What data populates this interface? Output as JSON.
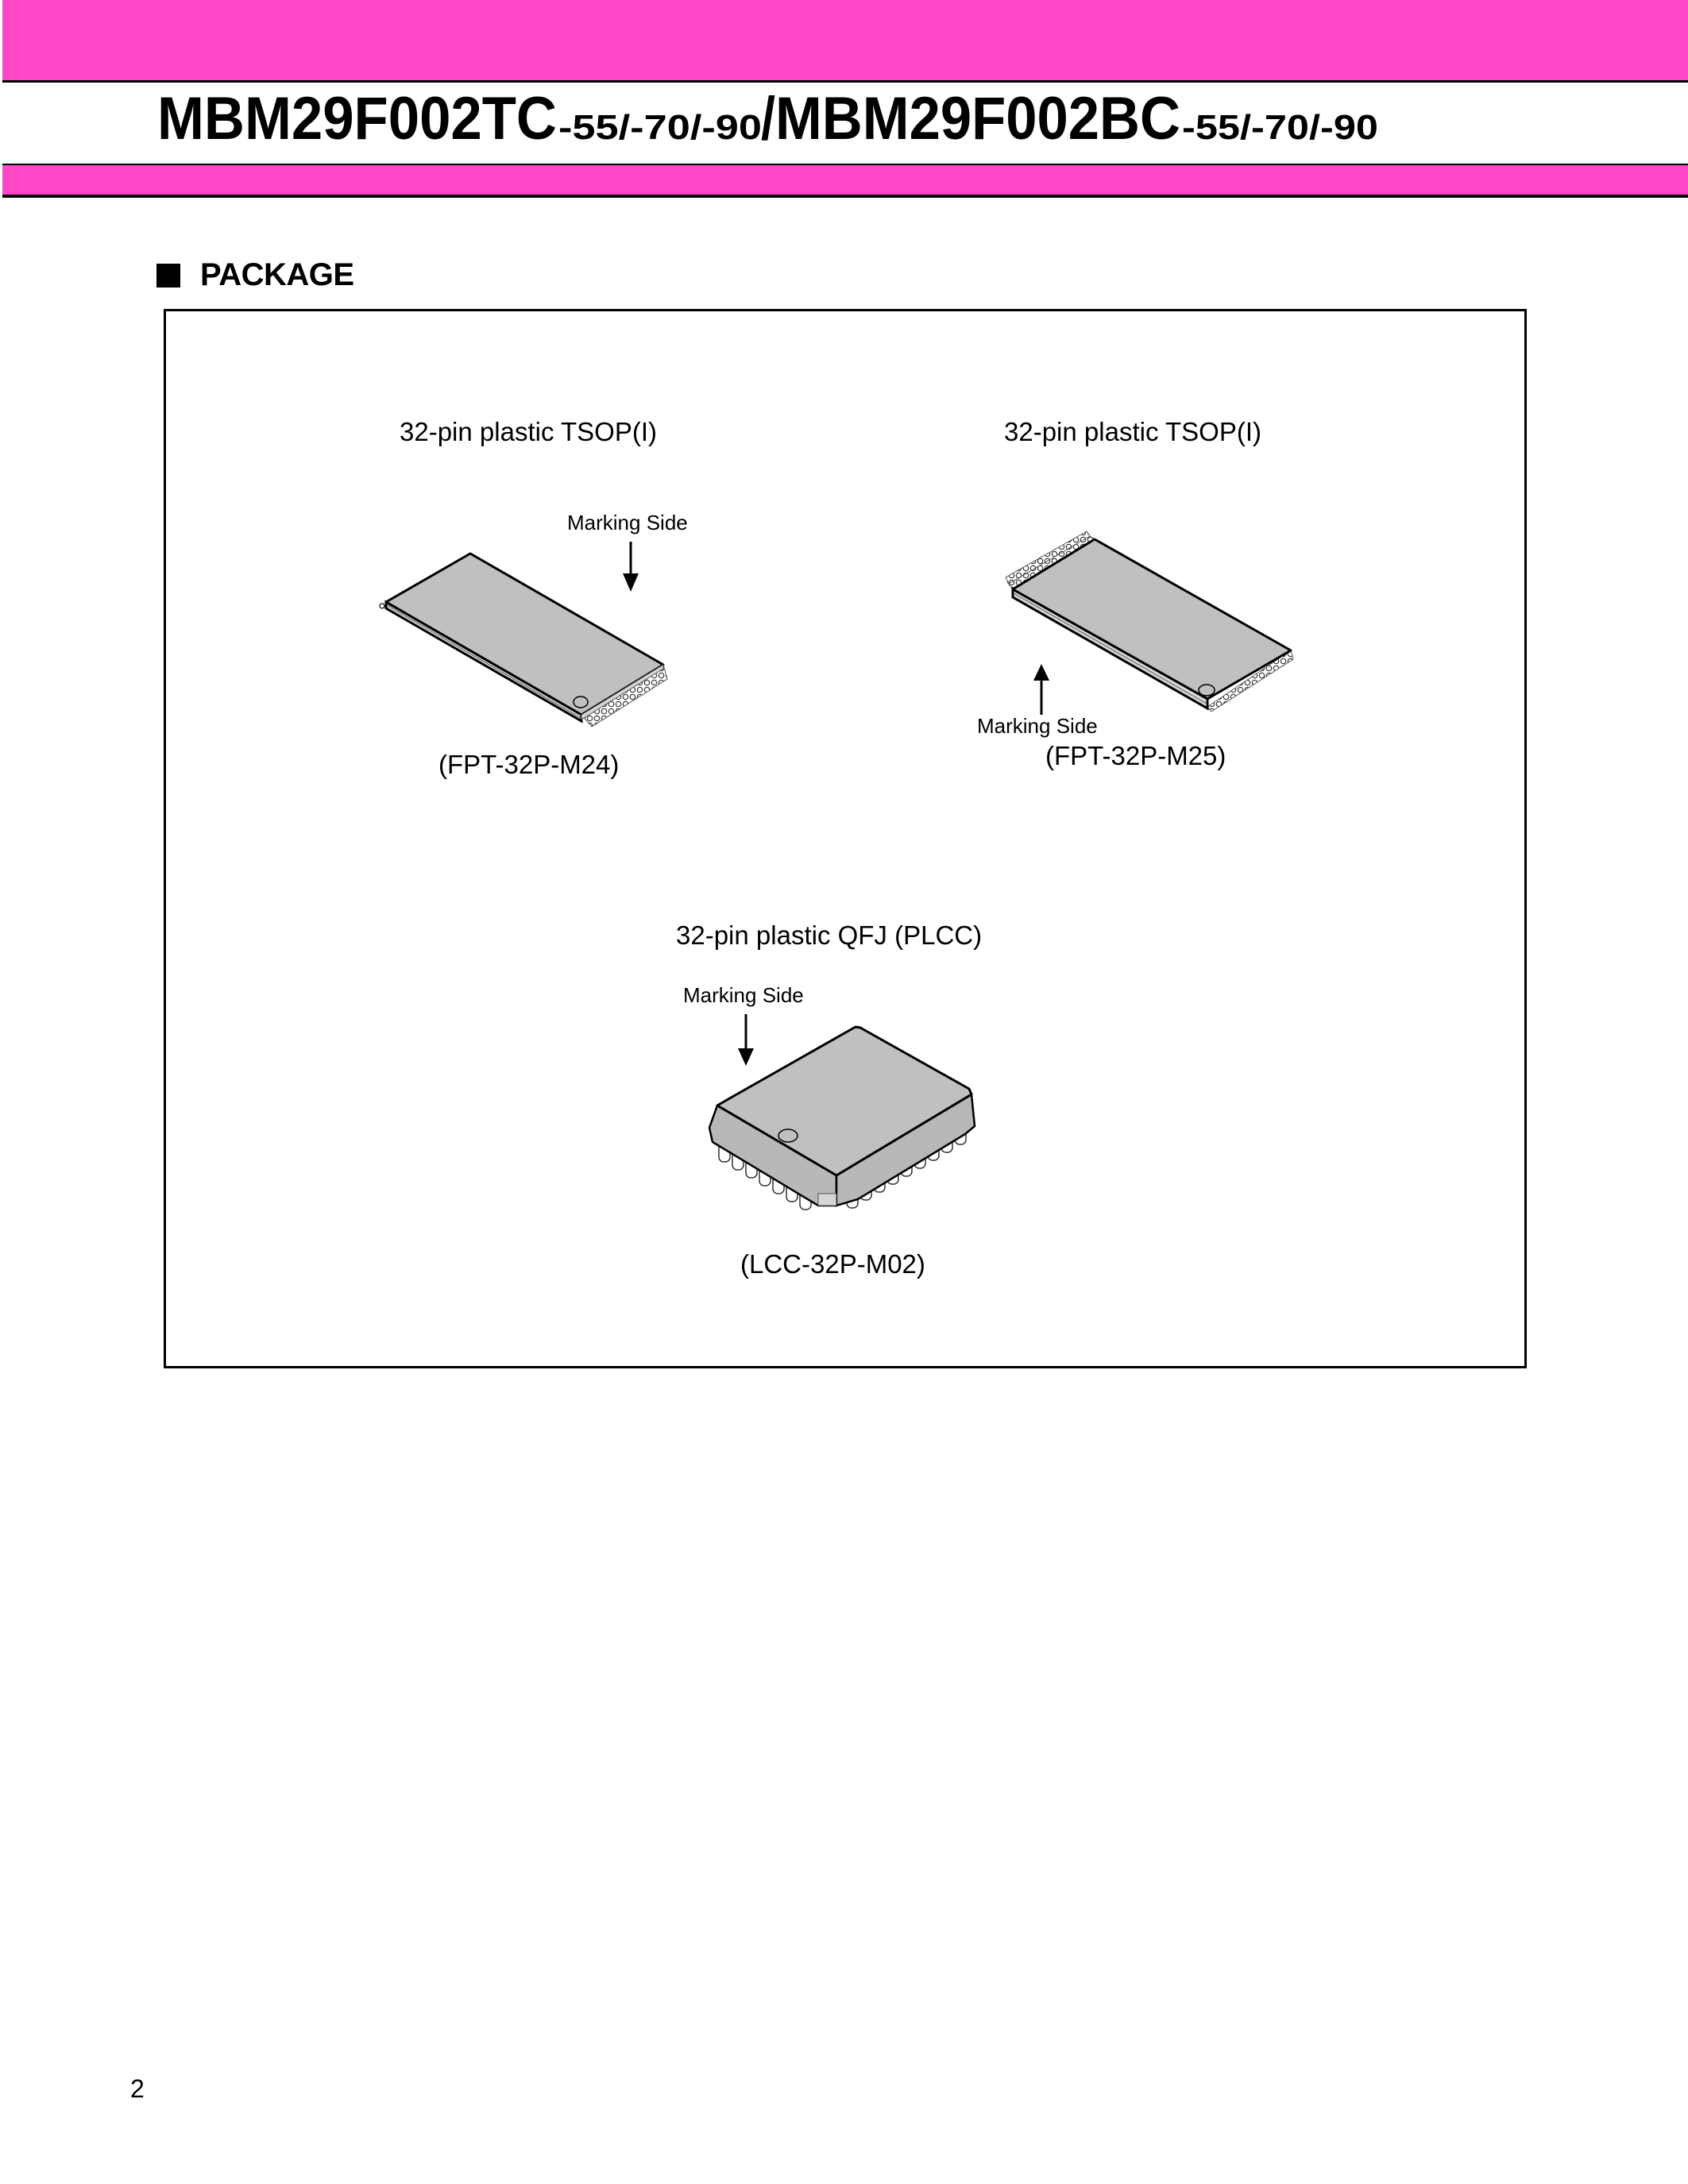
{
  "header": {
    "part_a": "MBM29F002TC",
    "suffix_a": "-55/-70/-90",
    "separator": "/",
    "part_b": "MBM29F002BC",
    "suffix_b": "-55/-70/-90",
    "band_color": "#ff48c8"
  },
  "section": {
    "bullet_icon": "black-square",
    "title": "PACKAGE"
  },
  "packages": [
    {
      "title": "32-pin plastic TSOP(I)",
      "marking_label": "Marking Side",
      "code": "(FPT-32P-M24)"
    },
    {
      "title": "32-pin plastic TSOP(I)",
      "marking_label": "Marking Side",
      "code": "(FPT-32P-M25)"
    },
    {
      "title": "32-pin plastic QFJ (PLCC)",
      "marking_label": "Marking Side",
      "code": "(LCC-32P-M02)"
    }
  ],
  "footer": {
    "page_number": "2"
  }
}
